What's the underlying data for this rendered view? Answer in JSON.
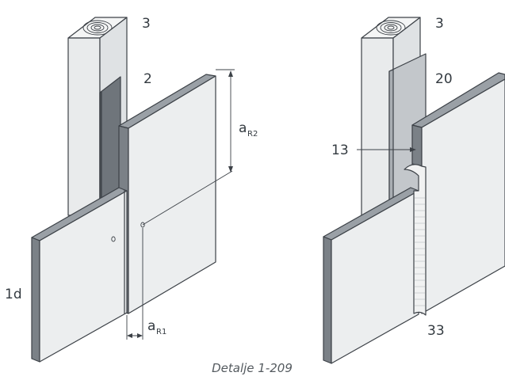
{
  "caption": "Detalje 1-209",
  "left_detail": {
    "label_stud": "3",
    "label_strip": "2",
    "label_board": "1d",
    "dim_vertical": {
      "main": "a",
      "sub": "R2"
    },
    "dim_horizontal": {
      "main": "a",
      "sub": "R1"
    }
  },
  "right_detail": {
    "label_stud": "3",
    "label_strip": "20",
    "label_gap": "13",
    "label_joint": "33"
  },
  "colors": {
    "face_light": "#eceeef",
    "face_dark": "#9aa0a6",
    "side_shade": "#7b8187",
    "strip_dark": "#6f757b",
    "strip_light": "#c3c7cb",
    "wood_top": "#f4f5f5"
  }
}
